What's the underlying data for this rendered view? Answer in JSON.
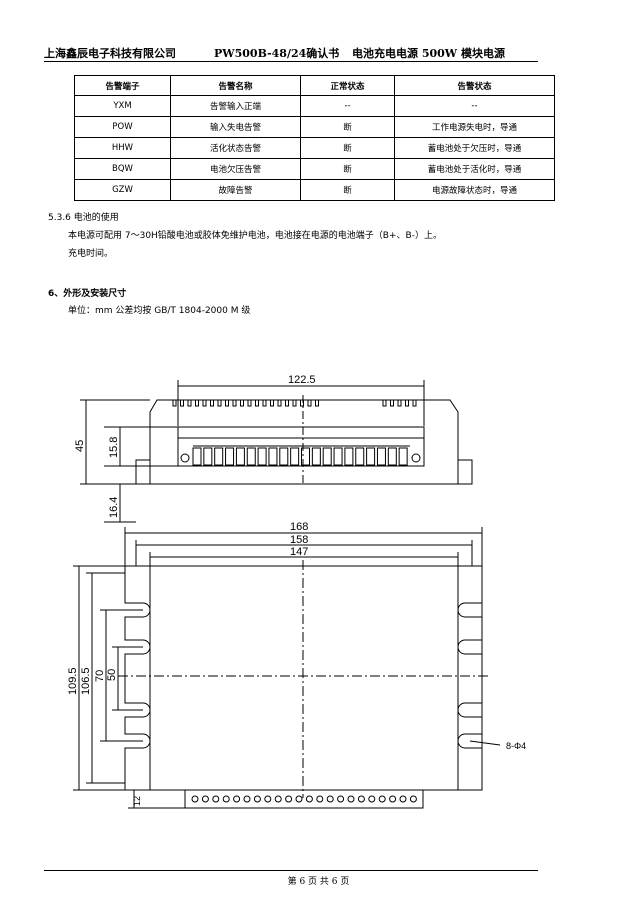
{
  "header": {
    "company": "上海鑫辰电子科技有限公司",
    "doc": "PW500B-48/24确认书",
    "product": "电池充电电源  500W  模块电源"
  },
  "alarm_table": {
    "headers": [
      "告警端子",
      "告警名称",
      "正常状态",
      "告警状态"
    ],
    "rows": [
      [
        "YXM",
        "告警输入正端",
        "--",
        "--"
      ],
      [
        "POW",
        "输入失电告警",
        "断",
        "工作电源失电时，导通"
      ],
      [
        "HHW",
        "活化状态告警",
        "断",
        "蓄电池处于欠压时，导通"
      ],
      [
        "BQW",
        "电池欠压告警",
        "断",
        "蓄电池处于活化时，导通"
      ],
      [
        "GZW",
        "故障告警",
        "断",
        "电源故障状态时，导通"
      ]
    ]
  },
  "section_536": {
    "title": "5.3.6 电池的使用",
    "line1": "本电源可配用 7～30H铅酸电池或胶体免维护电池，电池接在电源的电池端子（B+、B-）上。",
    "line2": "充电时间。"
  },
  "section_6": {
    "title": "6、外形及安装尺寸",
    "unit_line": "单位：mm    公差均按 GB/T 1804-2000    M 级"
  },
  "drawing": {
    "dim_122_5": "122.5",
    "dim_45": "45",
    "dim_15_8": "15.8",
    "dim_16_4": "16.4",
    "dim_168": "168",
    "dim_158": "158",
    "dim_147": "147",
    "dim_109_5": "109.5",
    "dim_106_5": "106.5",
    "dim_70": "70",
    "dim_50": "50",
    "dim_12": "12",
    "hole_note": "8-Φ4"
  },
  "footer": {
    "page": "第 6 页 共 6 页"
  }
}
